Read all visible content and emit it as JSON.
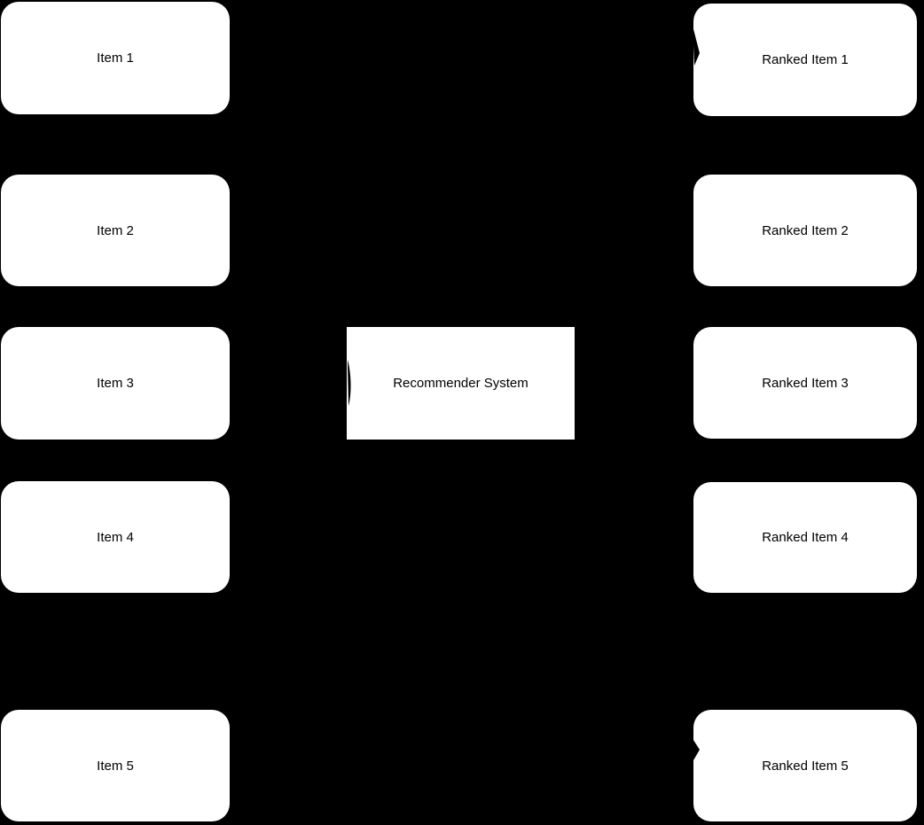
{
  "diagram": {
    "colors": {
      "background": "#000000",
      "node_fill": "#ffffff",
      "node_text": "#000000",
      "edge": "#000000"
    },
    "input_items": [
      {
        "label": "Item 1"
      },
      {
        "label": "Item 2"
      },
      {
        "label": "Item 3"
      },
      {
        "label": "Item 4"
      },
      {
        "label": "Item 5"
      }
    ],
    "processor": {
      "label": "Recommender System"
    },
    "output_items": [
      {
        "label": "Ranked Item 1"
      },
      {
        "label": "Ranked Item 2"
      },
      {
        "label": "Ranked Item 3"
      },
      {
        "label": "Ranked Item 4"
      },
      {
        "label": "Ranked Item 5"
      }
    ]
  }
}
